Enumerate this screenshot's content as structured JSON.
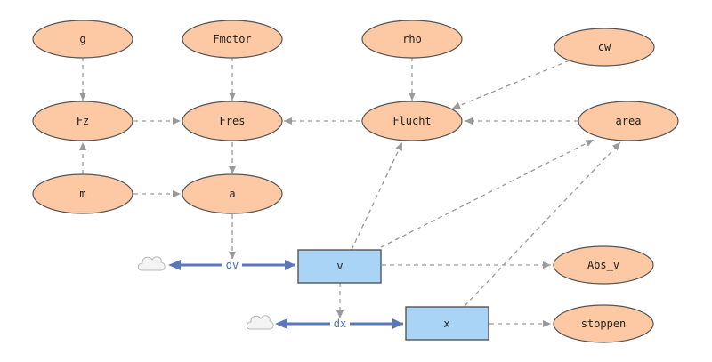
{
  "diagram": {
    "auxiliaries": {
      "g": "g",
      "fmotor": "Fmotor",
      "rho": "rho",
      "cw": "cw",
      "fz": "Fz",
      "fres": "Fres",
      "flucht": "Flucht",
      "area": "area",
      "m": "m",
      "a": "a",
      "abs_v": "Abs_v",
      "stoppen": "stoppen"
    },
    "stocks": {
      "v": "v",
      "x": "x"
    },
    "flows": {
      "dv": "dv",
      "dx": "dx"
    },
    "colors": {
      "auxiliary_fill": "#fcc9a4",
      "stock_fill": "#a9d4f5",
      "flow": "#5b77b8",
      "link": "#9a9a9a"
    }
  }
}
